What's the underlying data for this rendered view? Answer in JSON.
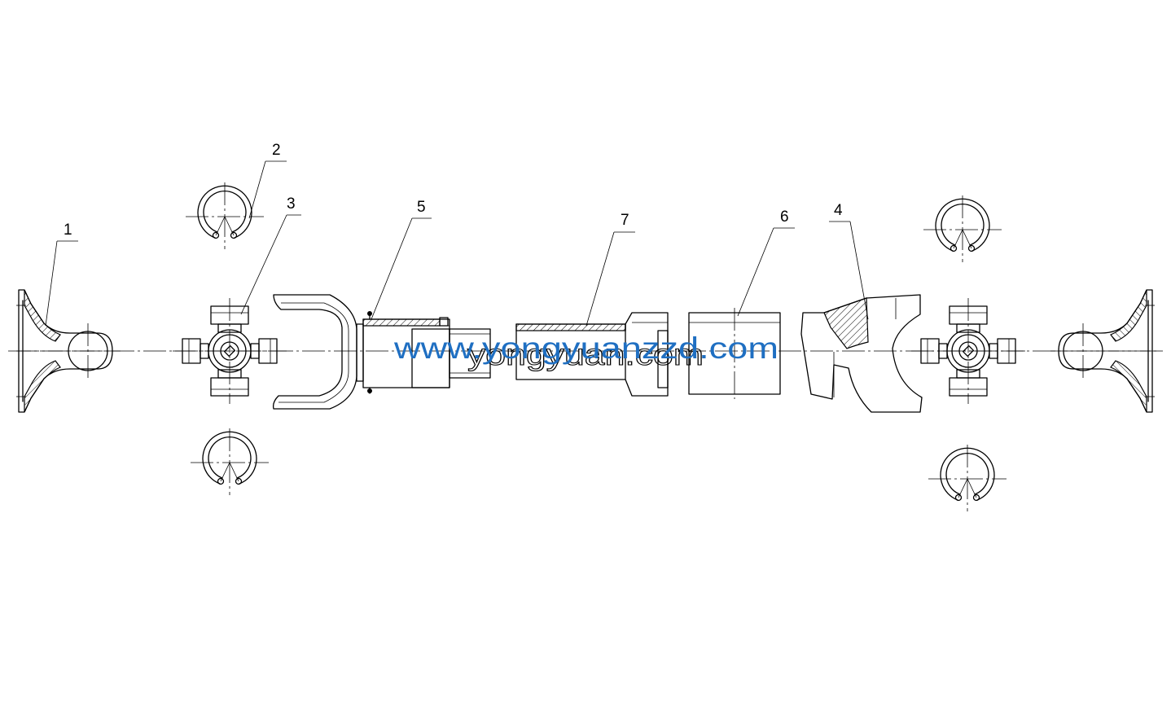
{
  "callouts": [
    "1",
    "2",
    "3",
    "4",
    "5",
    "6",
    "7"
  ],
  "watermark": {
    "primary": "www.yongyuanzzd.com",
    "overlay": "yongyuan.com"
  },
  "colors": {
    "line": "#000000",
    "watermark": "#1f6fc2",
    "background": "#ffffff"
  }
}
